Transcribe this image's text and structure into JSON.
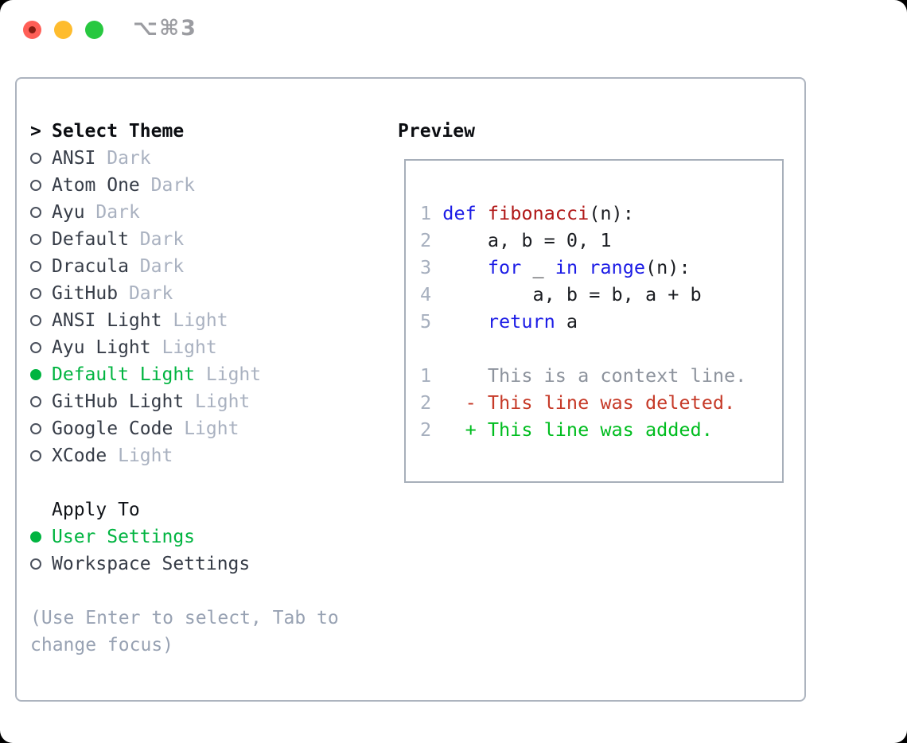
{
  "window": {
    "shortcut_label": "⌥⌘3"
  },
  "colors": {
    "accent_green": "#00b440",
    "keyword_blue": "#1c1ce6",
    "function_red": "#b01717",
    "diff_deleted_red": "#c63a28",
    "diff_added_green": "#00bd1f",
    "context_gray": "#8d939d",
    "line_number_gray": "#a6afbe",
    "variant_gray": "#a9b1c0",
    "hint_gray": "#98a2b3",
    "traffic_red": "#ff5f57",
    "traffic_yellow": "#febc2e",
    "traffic_green": "#28c840"
  },
  "theme_picker": {
    "title_prefix": ">",
    "title": "Select Theme",
    "items": [
      {
        "name": "ANSI",
        "variant": "Dark",
        "selected": false
      },
      {
        "name": "Atom One",
        "variant": "Dark",
        "selected": false
      },
      {
        "name": "Ayu",
        "variant": "Dark",
        "selected": false
      },
      {
        "name": "Default",
        "variant": "Dark",
        "selected": false
      },
      {
        "name": "Dracula",
        "variant": "Dark",
        "selected": false
      },
      {
        "name": "GitHub",
        "variant": "Dark",
        "selected": false
      },
      {
        "name": "ANSI Light",
        "variant": "Light",
        "selected": false
      },
      {
        "name": "Ayu Light",
        "variant": "Light",
        "selected": false
      },
      {
        "name": "Default Light",
        "variant": "Light",
        "selected": true
      },
      {
        "name": "GitHub Light",
        "variant": "Light",
        "selected": false
      },
      {
        "name": "Google Code",
        "variant": "Light",
        "selected": false
      },
      {
        "name": "XCode",
        "variant": "Light",
        "selected": false
      }
    ]
  },
  "apply_to": {
    "title": "Apply To",
    "options": [
      {
        "name": "User Settings",
        "selected": true
      },
      {
        "name": "Workspace Settings",
        "selected": false
      }
    ]
  },
  "hint_lines": [
    "(Use Enter to select, Tab to",
    "change focus)"
  ],
  "preview": {
    "title": "Preview",
    "lines": [
      {
        "segs": [
          {
            "t": "1 ",
            "c": "num"
          },
          {
            "t": "def",
            "c": "kw"
          },
          {
            "t": " ",
            "c": "code"
          },
          {
            "t": "fibonacci",
            "c": "fn"
          },
          {
            "t": "(n):",
            "c": "code"
          }
        ]
      },
      {
        "segs": [
          {
            "t": "2 ",
            "c": "num"
          },
          {
            "t": "    a, b = 0, 1",
            "c": "code"
          }
        ]
      },
      {
        "segs": [
          {
            "t": "3 ",
            "c": "num"
          },
          {
            "t": "    ",
            "c": "code"
          },
          {
            "t": "for",
            "c": "kw"
          },
          {
            "t": " _ ",
            "c": "code"
          },
          {
            "t": "in",
            "c": "kw"
          },
          {
            "t": " ",
            "c": "code"
          },
          {
            "t": "range",
            "c": "kw"
          },
          {
            "t": "(n):",
            "c": "code"
          }
        ]
      },
      {
        "segs": [
          {
            "t": "4 ",
            "c": "num"
          },
          {
            "t": "        a, b = b, a + b",
            "c": "code"
          }
        ]
      },
      {
        "segs": [
          {
            "t": "5 ",
            "c": "num"
          },
          {
            "t": "    ",
            "c": "code"
          },
          {
            "t": "return",
            "c": "kw"
          },
          {
            "t": " a",
            "c": "code"
          }
        ]
      },
      {
        "segs": []
      },
      {
        "segs": [
          {
            "t": "1 ",
            "c": "num"
          },
          {
            "t": "    This is a context line.",
            "c": "ctx"
          }
        ]
      },
      {
        "segs": [
          {
            "t": "2 ",
            "c": "num"
          },
          {
            "t": "  - This line was deleted.",
            "c": "del"
          }
        ]
      },
      {
        "segs": [
          {
            "t": "2 ",
            "c": "num"
          },
          {
            "t": "  + This line was added.",
            "c": "add"
          }
        ]
      }
    ]
  }
}
